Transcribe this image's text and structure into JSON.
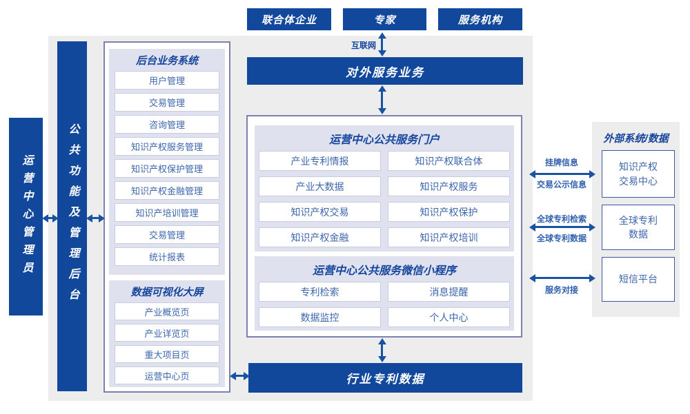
{
  "colors": {
    "primary_blue": "#11489c",
    "panel_lavender": "#dfe2ee",
    "background_gray": "#ededed",
    "container_border": "#7b80b0",
    "item_border": "#c8cdde",
    "item_text": "#3c66ae",
    "title_text": "#15459c",
    "arrow": "#1a52a2"
  },
  "top_actors": [
    "联合体企业",
    "专家",
    "服务机构"
  ],
  "internet_label": "互联网",
  "bars": {
    "external_service": "对外服务业务",
    "industry_patent": "行业专利数据"
  },
  "left": {
    "admin_bar": "运营中心管理员",
    "backend_bar": "公共功能及管理后台",
    "backstage": {
      "title": "后台业务系统",
      "items": [
        "用户管理",
        "交易管理",
        "咨询管理",
        "知识产权服务管理",
        "知识产权保护管理",
        "知识产权金融管理",
        "知识产培训管理",
        "交易管理",
        "统计报表"
      ]
    },
    "dashboard": {
      "title": "数据可视化大屏",
      "items": [
        "产业概览页",
        "产业详览页",
        "重大项目页",
        "运营中心页"
      ]
    }
  },
  "center": {
    "portal": {
      "title": "运营中心公共服务门户",
      "items": [
        "产业专利情报",
        "知识产权联合体",
        "产业大数据",
        "知识产权服务",
        "知识产权交易",
        "知识产权保护",
        "知识产权金融",
        "知识产权培训"
      ]
    },
    "miniapp": {
      "title": "运营中心公共服务微信小程序",
      "items": [
        "专利检索",
        "消息提醒",
        "数据监控",
        "个人中心"
      ]
    }
  },
  "right": {
    "title": "外部系统/数据",
    "systems": [
      {
        "lines": [
          "知识产权",
          "交易中心"
        ]
      },
      {
        "lines": [
          "全球专利",
          "数据"
        ]
      },
      {
        "lines": [
          "短信平台"
        ]
      }
    ],
    "links": [
      {
        "top": "挂牌信息",
        "bottom": "交易公示信息"
      },
      {
        "top": "全球专利检索",
        "bottom": "全球专利数据"
      },
      {
        "top": "",
        "bottom": "服务对接"
      }
    ]
  }
}
